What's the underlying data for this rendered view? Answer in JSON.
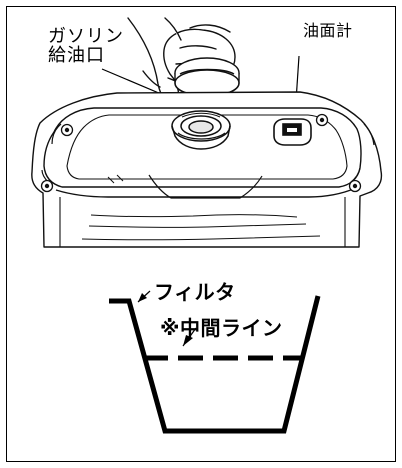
{
  "labels": {
    "fuel_inlet_line1": "ガソリン",
    "fuel_inlet_line2": "給油口",
    "oil_gauge": "油面計",
    "filter": "フィルタ",
    "middle_line": "※中間ライン"
  },
  "colors": {
    "ink": "#000000",
    "background": "#ffffff"
  },
  "icons": {
    "hand": "hand-icon",
    "fuel_cap": "fuel-cap-icon",
    "tank": "fuel-tank-icon",
    "gauge": "fuel-gauge-icon",
    "filter": "filter-cup-icon"
  }
}
